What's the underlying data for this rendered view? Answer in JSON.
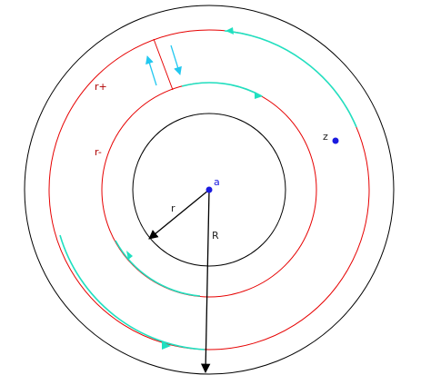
{
  "labels": {
    "center_point": "a",
    "outer_point": "z",
    "inner_radius": "r",
    "outer_radius": "R",
    "red_outer_ring": "r+",
    "red_inner_ring": "r-"
  },
  "colors": {
    "black": "#000000",
    "red": "#e60000",
    "cyan": "#20e0c0",
    "arrow_cyan": "#22c8f0",
    "point_blue": "#1a1adf",
    "label_red": "#b00000",
    "label_dark": "#222222"
  }
}
